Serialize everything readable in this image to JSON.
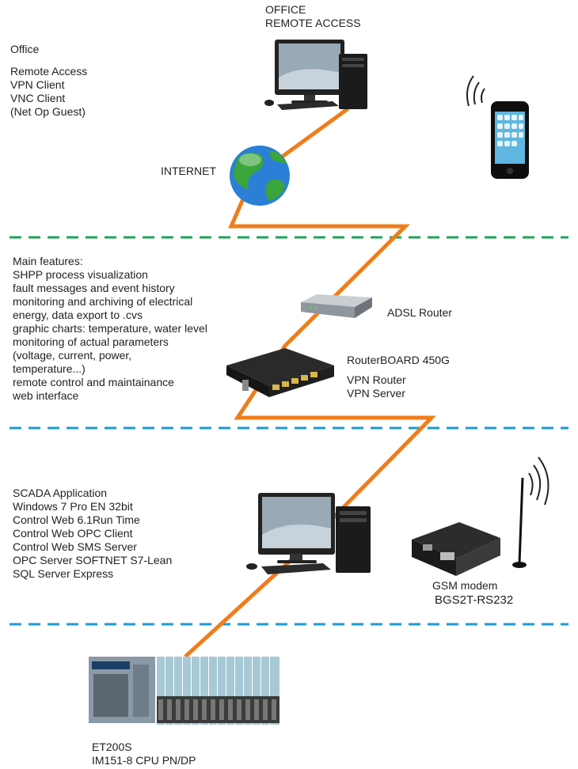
{
  "office_title": [
    "OFFICE",
    "REMOTE ACCESS"
  ],
  "office_block": {
    "heading": "Office",
    "lines": [
      "Remote Access",
      "VPN Client",
      "VNC Client",
      "(Net Op Guest)"
    ]
  },
  "internet_label": "INTERNET",
  "features": {
    "lines": [
      "Main features:",
      "SHPP process visualization",
      "fault messages and event history",
      "monitoring and archiving of electrical",
      "energy, data export to .cvs",
      "graphic charts: temperature, water level",
      "monitoring of actual parameters",
      "(voltage, current, power,",
      "temperature...)",
      "remote control and maintainance",
      "web interface"
    ]
  },
  "adsl_label": "ADSL Router",
  "routerboard": {
    "title": "RouterBOARD 450G",
    "lines": [
      "VPN Router",
      "VPN Server"
    ]
  },
  "scada": {
    "lines": [
      "SCADA Application",
      "Windows 7 Pro EN 32bit",
      "Control Web 6.1Run Time",
      "Control Web OPC Client",
      "Control Web SMS Server",
      "OPC Server SOFTNET S7-Lean",
      "SQL Server Express"
    ]
  },
  "gsm": {
    "line1": "GSM modem",
    "line2": "BGS2T-RS232"
  },
  "et200": {
    "line1": "ET200S",
    "line2": "IM151-8 CPU PN/DP"
  },
  "colors": {
    "cable": "#f07d1a",
    "divider_green": "#1fa55a",
    "divider_blue": "#1e9ad6",
    "text": "#222222"
  },
  "icons": [
    "desktop-computer-icon",
    "smartphone-icon",
    "globe-icon",
    "adsl-router-icon",
    "routerboard-icon",
    "gsm-modem-icon",
    "antenna-icon",
    "plc-rack-icon"
  ]
}
